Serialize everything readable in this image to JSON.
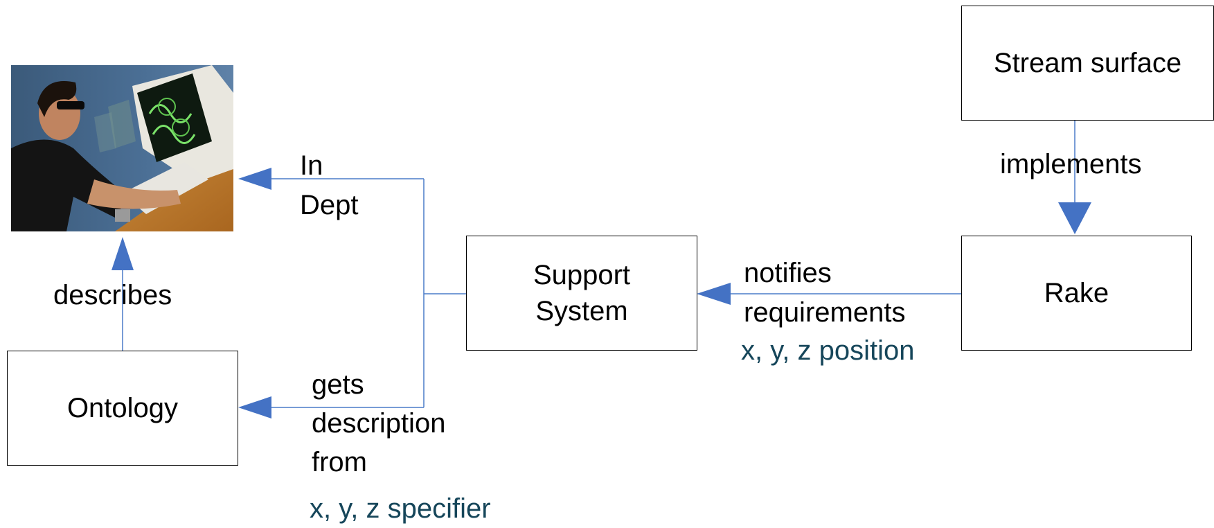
{
  "nodes": {
    "stream_surface": "Stream surface",
    "rake": "Rake",
    "support_system": [
      "Support",
      "System"
    ],
    "ontology": "Ontology"
  },
  "edges": {
    "implements": "implements",
    "notifies": "notifies",
    "requirements": "requirements",
    "xyz_position": "x, y, z position",
    "in": "In",
    "dept": "Dept",
    "describes": "describes",
    "gets": "gets",
    "description": "description",
    "from": "from",
    "xyz_specifier": "x, y, z specifier"
  },
  "colors": {
    "edge": "#4a7bc8",
    "arrowhead": "#4472c4",
    "annotation": "#16465a"
  },
  "icons": {
    "user_photo": "person-at-computer-photo"
  }
}
